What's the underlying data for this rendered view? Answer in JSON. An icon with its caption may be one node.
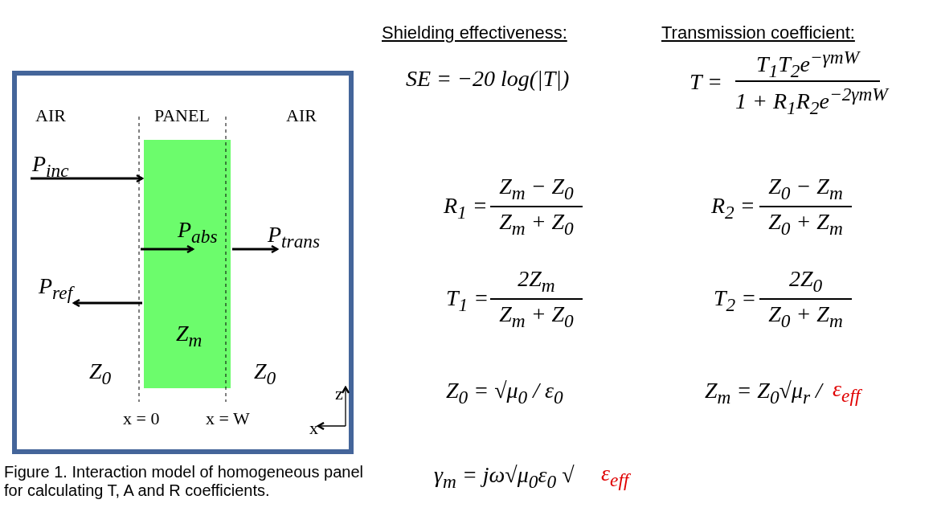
{
  "diagram": {
    "caption": "Figure 1. Interaction model of homogeneous panel for calculating T, A and R coefficients.",
    "nodes": [
      {
        "text": [],
        "shape": "box"
      },
      {
        "text": [
          "Z$_{m}$"
        ],
        "in": 0
      }
    ],
    "edges": [
      {
        "from": null,
        "to": 1,
        "arrow": "to",
        "label": "P$_{inc}$"
      },
      {
        "from": 1,
        "to": null,
        "arrow": "to",
        "label": "P$_{trans}$"
      },
      {
        "from": 1,
        "to": null,
        "arrow": "to",
        "label": "P$_{ref}$"
      }
    ],
    "labels": [
      "Shielding effectiveness:",
      "Transmission coefficient:",
      "SE = −20 log(|T|)",
      "T =",
      "T$_{1}$T$_{2}$e$^{−γmW}$",
      "1 + R$_{1}$R$_{2}$e$^{−2γmW}$",
      "R$_{1}$ =",
      "Z$_{m}$ − Z$_{0}$",
      "Z$_{m}$ + Z$_{0}$",
      "R$_{2}$ =",
      "Z$_{0}$ − Z$_{m}$",
      "Z$_{0}$ + Z$_{m}$",
      "T$_{1}$ =",
      "2Z$_{m}$",
      "Z$_{m}$ + Z$_{0}$",
      "T$_{2}$ =",
      "2Z$_{0}$",
      "Z$_{0}$ + Z$_{m}$",
      "Z$_{0}$ = √μ$_{0}$ / ε$_{0}$",
      "Z$_{m}$ = Z$_{0}$√μ$_{r}$ /",
      "ε$_{eff}$",
      "γ$_{m}$ = jω√μ$_{0}$ε$_{0}$ √",
      "ε$_{eff}$",
      "AIR",
      "PANEL",
      "AIR",
      "Z$_{0}$",
      "Z$_{0}$",
      "x = 0",
      "x = W",
      "z",
      "x",
      "P$_{abs}$"
    ]
  }
}
